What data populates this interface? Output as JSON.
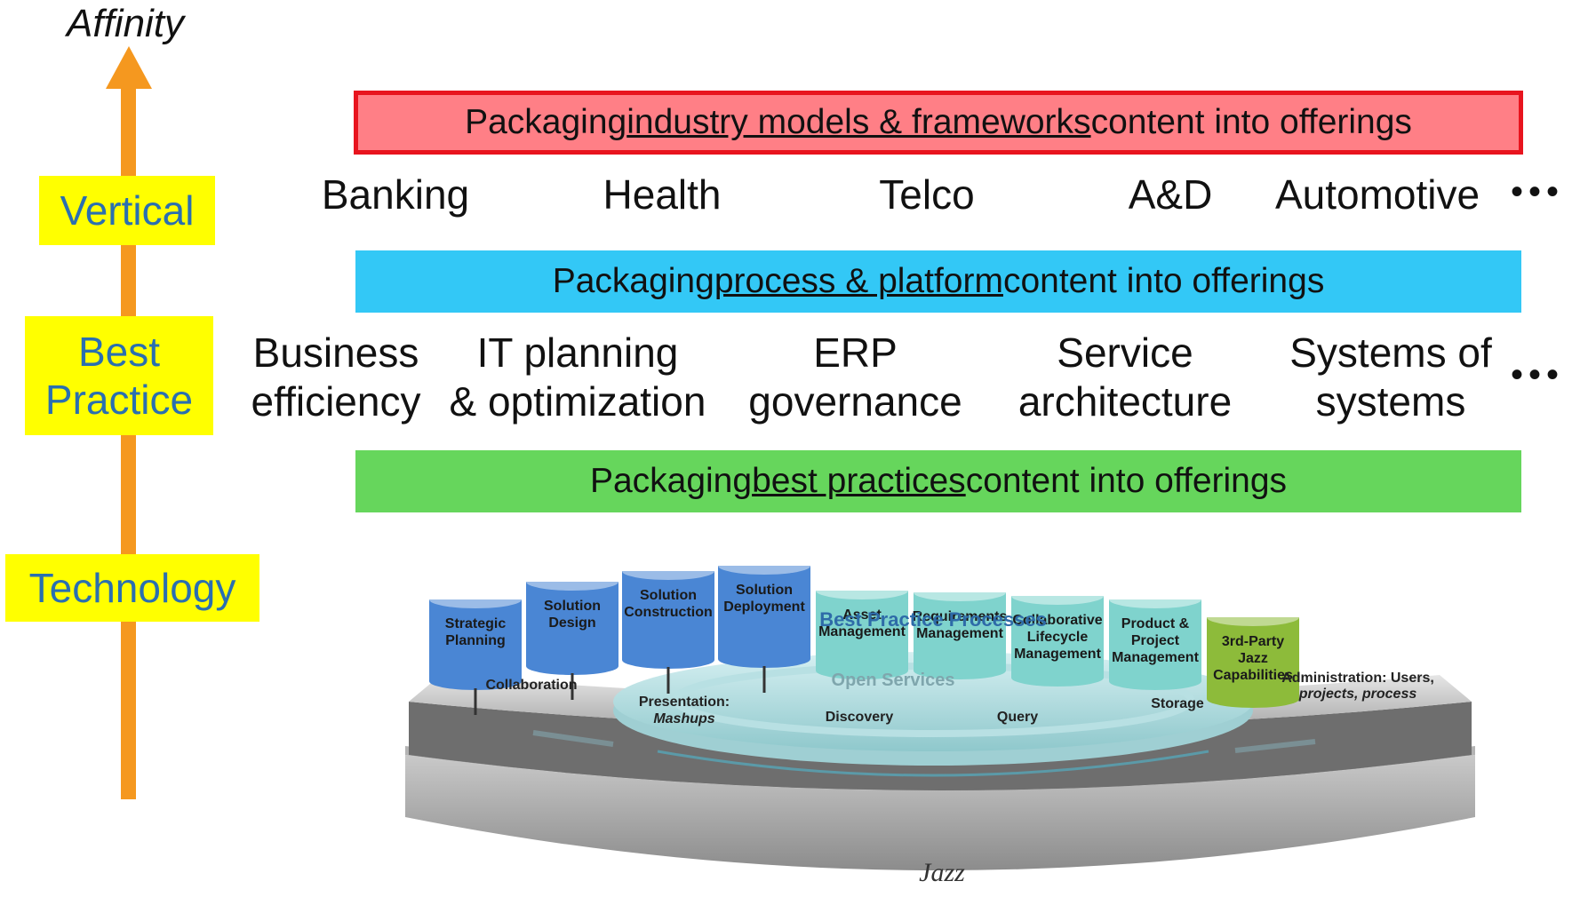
{
  "axis": {
    "title": "Affinity"
  },
  "tiers": [
    {
      "label": "Vertical"
    },
    {
      "label": "Best Practice"
    },
    {
      "label": "Technology"
    }
  ],
  "bands": [
    {
      "prefix": "Packaging ",
      "underlined": "industry models & frameworks",
      "suffix": " content into offerings",
      "color": "#ff7f86",
      "border": "#e8141e"
    },
    {
      "prefix": "Packaging ",
      "underlined": "process & platform",
      "suffix": " content into offerings",
      "color": "#33c8f6"
    },
    {
      "prefix": "Packaging ",
      "underlined": "best practices",
      "suffix": " content into offerings",
      "color": "#66d65c"
    }
  ],
  "verticals": [
    "Banking",
    "Health",
    "Telco",
    "A&D",
    "Automotive"
  ],
  "best_practices": [
    {
      "line1": "Business",
      "line2": "efficiency"
    },
    {
      "line1": "IT planning",
      "line2": "& optimization"
    },
    {
      "line1": "ERP",
      "line2": "governance"
    },
    {
      "line1": "Service",
      "line2": "architecture"
    },
    {
      "line1": "Systems of",
      "line2": "systems"
    }
  ],
  "ellipsis": "•••",
  "platform": {
    "center_title": "Best Practice Processes",
    "ring_label": "Open Services",
    "cylinders": [
      {
        "label": "Strategic Planning",
        "color": "#4a86d4"
      },
      {
        "label": "Solution Design",
        "color": "#4a86d4"
      },
      {
        "label": "Solution Construction",
        "color": "#4a86d4"
      },
      {
        "label": "Solution Deployment",
        "color": "#4a86d4"
      },
      {
        "label": "Asset Management",
        "color": "#7fd3cd"
      },
      {
        "label": "Requirements Management",
        "color": "#7fd3cd"
      },
      {
        "label": "Collaborative Lifecycle Management",
        "color": "#7fd3cd"
      },
      {
        "label": "Product & Project Management",
        "color": "#7fd3cd"
      },
      {
        "label": "3rd-Party Jazz Capabilities",
        "color": "#8dbb3a"
      }
    ],
    "base_labels": [
      {
        "line1": "Collaboration",
        "line2": ""
      },
      {
        "line1": "Presentation:",
        "line2": "Mashups"
      },
      {
        "line1": "Discovery",
        "line2": ""
      },
      {
        "line1": "Query",
        "line2": ""
      },
      {
        "line1": "Storage",
        "line2": ""
      },
      {
        "line1": "Administration: Users,",
        "line2": "projects, process"
      }
    ],
    "logo": "Jazz"
  }
}
